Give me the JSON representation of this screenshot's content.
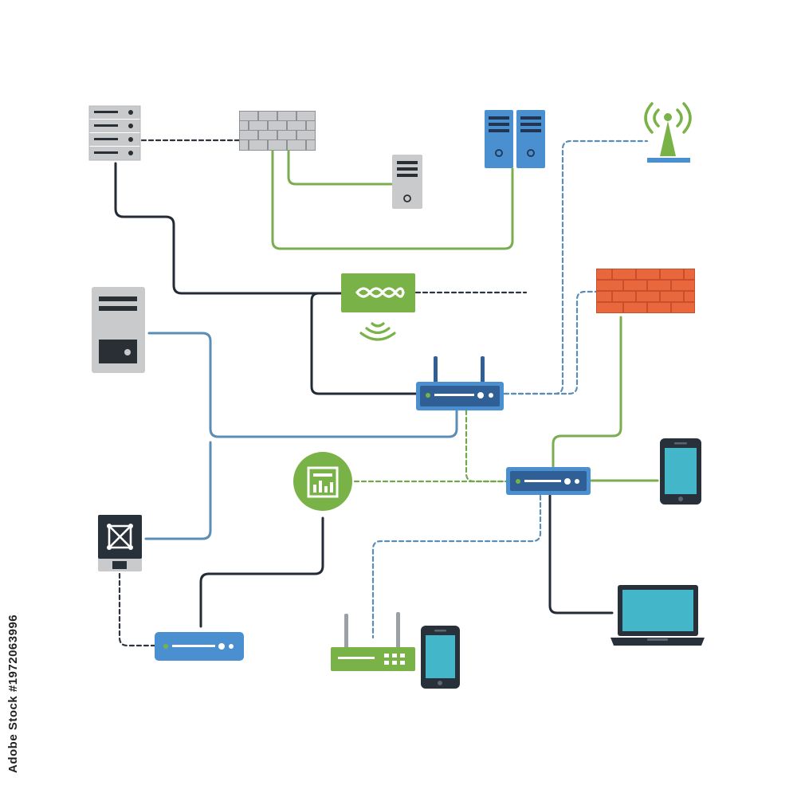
{
  "watermark": {
    "brand_text": "Adobe Stock",
    "asset_id": "#1972063996"
  },
  "colors": {
    "background": "#ffffff",
    "cable_dark": "#232b36",
    "cable_green": "#7aad4f",
    "cable_blue": "#5b8db5",
    "link_dashed_dark": "#2c3440",
    "link_dashed_green": "#6fa84a",
    "link_dashed_blue": "#5b8db5",
    "device_gray": "#c9cacb",
    "device_blue": "#4a8fd0",
    "device_navy": "#2f5f95",
    "device_green": "#79b246",
    "firewall_orange": "#e8673d",
    "screen_cyan": "#43b7c9",
    "dark": "#28303a"
  },
  "nodes": [
    {
      "id": "rack_server",
      "icon": "rack-server-icon"
    },
    {
      "id": "gray_firewall",
      "icon": "gray-brick-firewall-icon"
    },
    {
      "id": "small_tower",
      "icon": "small-tower-server-icon"
    },
    {
      "id": "blue_servers",
      "icon": "blue-server-pair-icon"
    },
    {
      "id": "antenna_tower",
      "icon": "broadcast-antenna-icon"
    },
    {
      "id": "wifi_switch",
      "icon": "wireless-switch-icon"
    },
    {
      "id": "orange_firewall",
      "icon": "orange-brick-firewall-icon"
    },
    {
      "id": "desktop_tower",
      "icon": "desktop-tower-icon"
    },
    {
      "id": "main_router",
      "icon": "router-icon"
    },
    {
      "id": "switch_hub",
      "icon": "network-switch-icon"
    },
    {
      "id": "analytics_badge",
      "icon": "analytics-chart-icon"
    },
    {
      "id": "smartphone_right",
      "icon": "smartphone-icon"
    },
    {
      "id": "gateway_device",
      "icon": "gateway-device-icon"
    },
    {
      "id": "laptop",
      "icon": "laptop-icon"
    },
    {
      "id": "modem",
      "icon": "modem-icon"
    },
    {
      "id": "green_router",
      "icon": "green-router-icon"
    },
    {
      "id": "smartphone_bottom",
      "icon": "smartphone-icon"
    }
  ],
  "links": [
    {
      "from": "rack_server",
      "to": "gray_firewall",
      "style": "dashed",
      "color": "link_dashed_dark"
    },
    {
      "from": "rack_server",
      "to": "wifi_switch",
      "style": "solid",
      "color": "cable_dark"
    },
    {
      "from": "gray_firewall",
      "to": "small_tower",
      "style": "solid",
      "color": "cable_green"
    },
    {
      "from": "gray_firewall",
      "to": "blue_servers",
      "style": "solid",
      "color": "cable_green"
    },
    {
      "from": "wifi_switch",
      "to": "main_router",
      "style": "solid",
      "color": "cable_dark"
    },
    {
      "from": "main_router",
      "to": "antenna_tower",
      "style": "dashed",
      "color": "link_dashed_blue"
    },
    {
      "from": "main_router",
      "to": "orange_firewall",
      "style": "dashed",
      "color": "link_dashed_blue"
    },
    {
      "from": "main_router",
      "to": "desktop_tower",
      "style": "solid",
      "color": "cable_blue"
    },
    {
      "from": "main_router",
      "to": "switch_hub",
      "style": "dashed",
      "color": "link_dashed_green"
    },
    {
      "from": "orange_firewall",
      "to": "switch_hub",
      "style": "solid",
      "color": "cable_green"
    },
    {
      "from": "switch_hub",
      "to": "smartphone_right",
      "style": "solid",
      "color": "cable_green"
    },
    {
      "from": "switch_hub",
      "to": "analytics_badge",
      "style": "dashed",
      "color": "link_dashed_green"
    },
    {
      "from": "switch_hub",
      "to": "laptop",
      "style": "solid",
      "color": "cable_dark"
    },
    {
      "from": "switch_hub",
      "to": "green_router",
      "style": "dashed",
      "color": "link_dashed_blue"
    },
    {
      "from": "analytics_badge",
      "to": "modem",
      "style": "solid",
      "color": "cable_dark"
    },
    {
      "from": "gateway_device",
      "to": "modem",
      "style": "dashed",
      "color": "link_dashed_dark"
    },
    {
      "from": "gateway_device",
      "to": "desktop_tower",
      "style": "solid",
      "color": "cable_blue"
    }
  ]
}
